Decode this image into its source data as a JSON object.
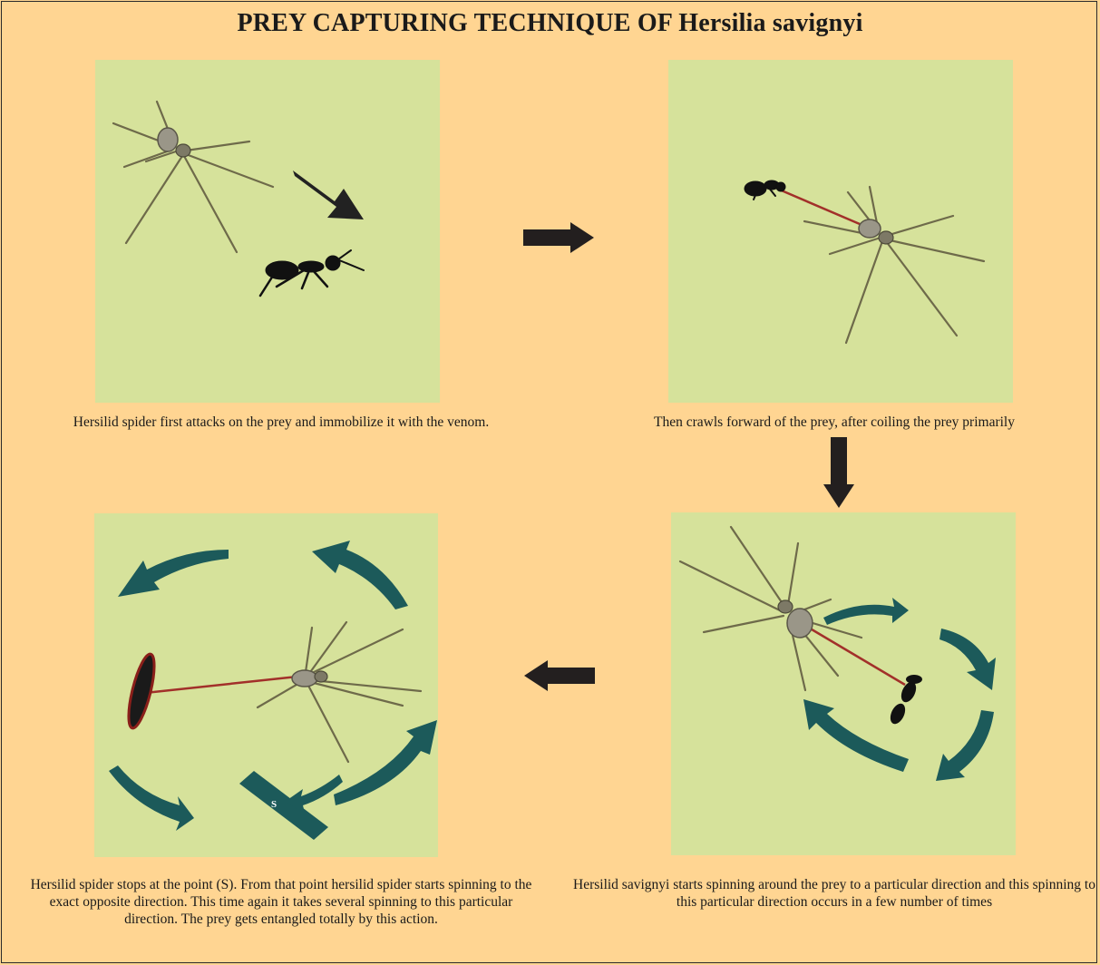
{
  "title": "PREY CAPTURING TECHNIQUE OF Hersilia savignyi",
  "panels": [
    {
      "caption": "Hersilid spider first attacks on the prey and immobilize it with the venom."
    },
    {
      "caption": "Then crawls forward of the prey, after coiling the prey primarily"
    },
    {
      "caption": "Hersilid savignyi starts spinning around the prey to a particular direction and this spinning to this particular direction occurs in a few number of times"
    },
    {
      "caption": "Hersilid spider stops at the point (S). From that point hersilid spider starts spinning to the exact opposite direction. This time again it takes several spinning to this particular direction. The prey gets entangled totally by this action."
    }
  ],
  "point_label": "S",
  "colors": {
    "background": "#ffd592",
    "panel": "#d6e29b",
    "spin_arrow": "#1c5a5a",
    "flow_arrow": "#231f1f",
    "silk_line": "#a2302a"
  }
}
